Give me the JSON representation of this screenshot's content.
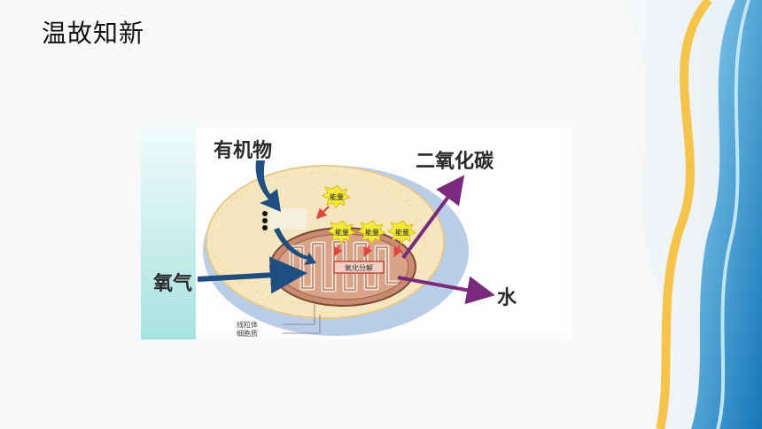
{
  "slide": {
    "title": "温故知新"
  },
  "diagram": {
    "labels": {
      "organic_matter": "有机物",
      "oxygen": "氧气",
      "carbon_dioxide": "二氧化碳",
      "water": "水",
      "energy": "能量",
      "oxidative_decomposition": "氧化分解",
      "mitochondria": "线粒体",
      "cytoplasm": "细胞质"
    },
    "colors": {
      "input_arrow": "#1f4f80",
      "output_arrow": "#7a2a7c",
      "cell_membrane": "#b9cde6",
      "cytoplasm_fill": "#f6e6bf",
      "mitochondrion_fill": "#c98b72",
      "energy_star": "#f3e93a"
    }
  },
  "theme": {
    "wave_colors": [
      "#f6c34b",
      "#4aa6d9",
      "#1677b8"
    ]
  }
}
